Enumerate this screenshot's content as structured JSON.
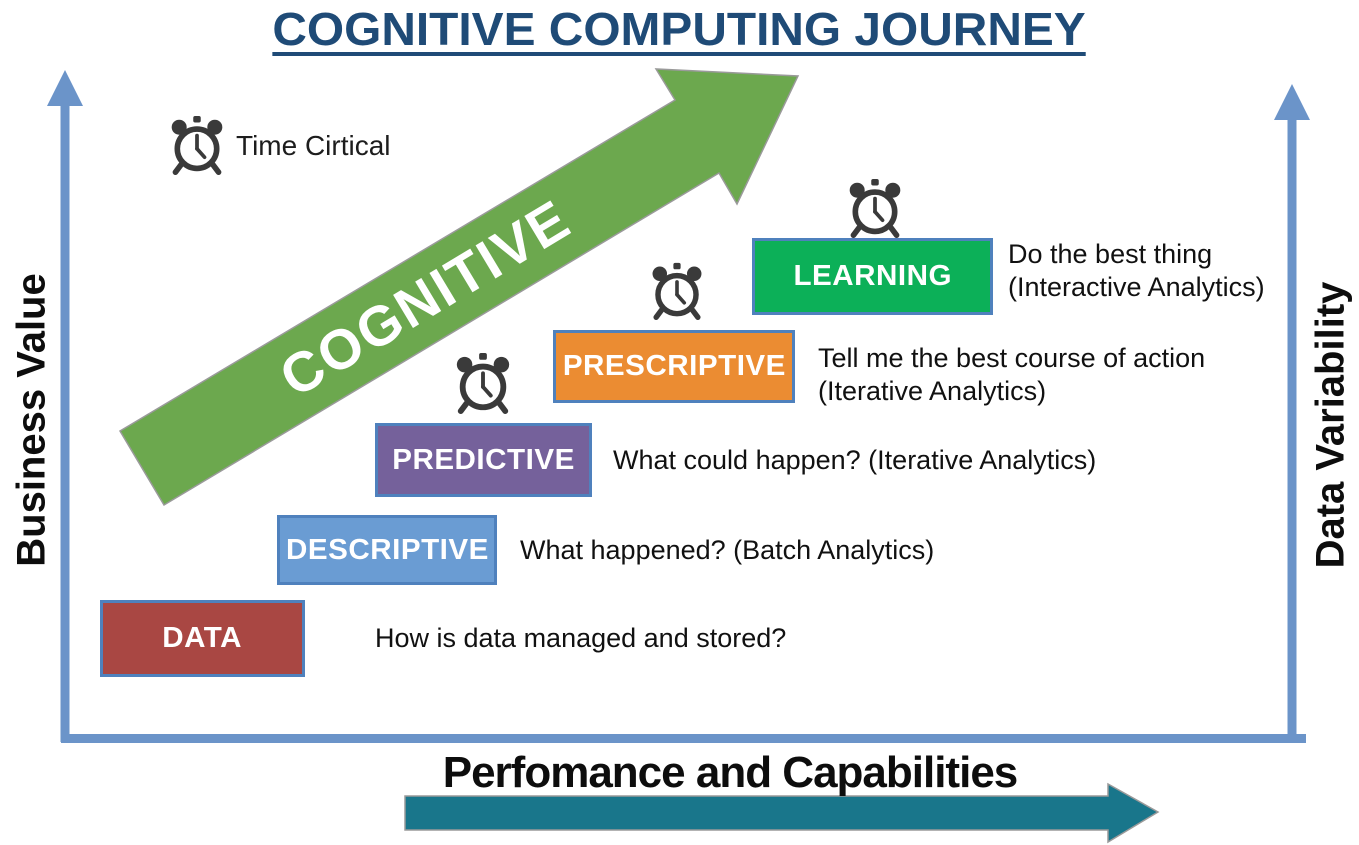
{
  "title": "COGNITIVE COMPUTING JOURNEY",
  "arrow_label": "COGNITIVE",
  "time_critical_label": "Time Cirtical",
  "axes": {
    "left_label": "Business Value",
    "right_label": "Data Variability",
    "bottom_label": "Perfomance and Capabilities"
  },
  "stages": [
    {
      "label": "DATA",
      "desc": "How is data managed and stored?",
      "desc2": "",
      "color": "#a94743"
    },
    {
      "label": "DESCRIPTIVE",
      "desc": "What happened? (Batch Analytics)",
      "desc2": "",
      "color": "#6a9cd3"
    },
    {
      "label": "PREDICTIVE",
      "desc": "What could happen? (Iterative Analytics)",
      "desc2": "",
      "color": "#75619b"
    },
    {
      "label": "PRESCRIPTIVE",
      "desc": "Tell me the best course of action",
      "desc2": "(Iterative Analytics)",
      "color": "#eb8c32"
    },
    {
      "label": "LEARNING",
      "desc": "Do the best thing",
      "desc2": "(Interactive Analytics)",
      "color": "#0cb058"
    }
  ],
  "colors": {
    "title": "#1f4b77",
    "axis_blue": "#6b94c9",
    "arrow_green": "#6ca84e",
    "teal": "#19768b",
    "box_border": "#4f81bd",
    "clock": "#3a3a3a",
    "data_fill": "#a94743",
    "descriptive_fill": "#6a9cd3",
    "predictive_fill": "#75619b",
    "prescriptive_fill": "#eb8c32",
    "learning_fill": "#0cb058"
  }
}
